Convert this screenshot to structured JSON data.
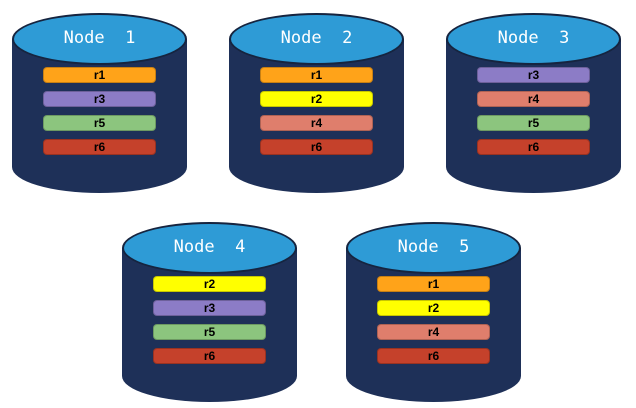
{
  "diagram": {
    "background": "#FFFFFF",
    "description_colors": {
      "cylinder_body": "#1E3058",
      "cylinder_outline": "#16243F",
      "cylinder_top_face": "#2E9BD6",
      "title_text": "#FFFFFF",
      "bar_label_text": "#000000"
    }
  },
  "replica_colors": {
    "r1": "#FFA319",
    "r2": "#FFFF00",
    "r3": "#8C7CC6",
    "r4": "#DF7E6C",
    "r5": "#8CC57E",
    "r6": "#C5412B"
  },
  "nodes": [
    {
      "title": "Node  1",
      "bars": [
        {
          "label": "r1",
          "color": "#FFA319"
        },
        {
          "label": "r3",
          "color": "#8C7CC6"
        },
        {
          "label": "r5",
          "color": "#8CC57E"
        },
        {
          "label": "r6",
          "color": "#C5412B"
        }
      ]
    },
    {
      "title": "Node  2",
      "bars": [
        {
          "label": "r1",
          "color": "#FFA319"
        },
        {
          "label": "r2",
          "color": "#FFFF00"
        },
        {
          "label": "r4",
          "color": "#DF7E6C"
        },
        {
          "label": "r6",
          "color": "#C5412B"
        }
      ]
    },
    {
      "title": "Node  3",
      "bars": [
        {
          "label": "r3",
          "color": "#8C7CC6"
        },
        {
          "label": "r4",
          "color": "#DF7E6C"
        },
        {
          "label": "r5",
          "color": "#8CC57E"
        },
        {
          "label": "r6",
          "color": "#C5412B"
        }
      ]
    },
    {
      "title": "Node  4",
      "bars": [
        {
          "label": "r2",
          "color": "#FFFF00"
        },
        {
          "label": "r3",
          "color": "#8C7CC6"
        },
        {
          "label": "r5",
          "color": "#8CC57E"
        },
        {
          "label": "r6",
          "color": "#C5412B"
        }
      ]
    },
    {
      "title": "Node  5",
      "bars": [
        {
          "label": "r1",
          "color": "#FFA319"
        },
        {
          "label": "r2",
          "color": "#FFFF00"
        },
        {
          "label": "r4",
          "color": "#DF7E6C"
        },
        {
          "label": "r6",
          "color": "#C5412B"
        }
      ]
    }
  ]
}
